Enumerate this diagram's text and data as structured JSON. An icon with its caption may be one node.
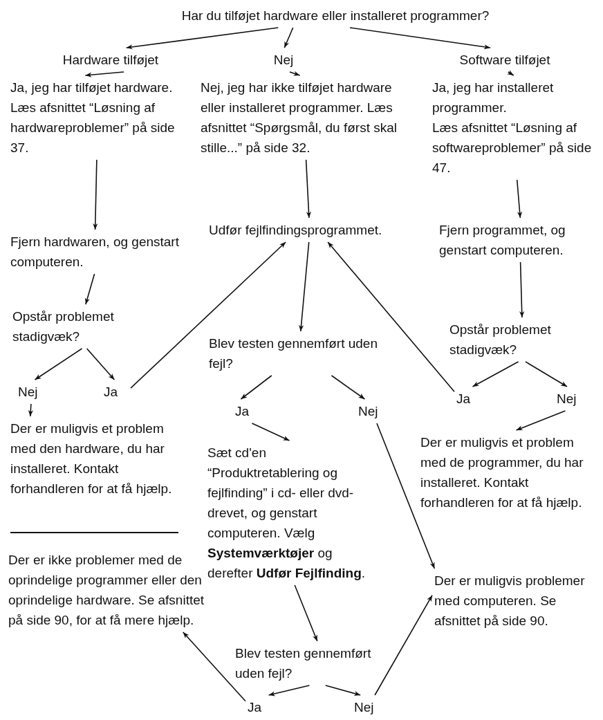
{
  "diagram": {
    "nodes": [
      {
        "text": [
          "Har du tilføjet hardware eller installeret programmer?"
        ]
      },
      {
        "text": [
          "Hardware tilføjet"
        ]
      },
      {
        "text": [
          "Nej"
        ]
      },
      {
        "text": [
          "Software tilføjet"
        ]
      },
      {
        "text": [
          "Ja, jeg har tilføjet hardware.",
          "Læs afsnittet “Løsning af hardwareproblemer” på side 37."
        ]
      },
      {
        "text": [
          "Nej, jeg har ikke tilføjet hardware eller installeret programmer. Læs afsnittet “Spørgsmål, du først skal stille...” på side 32."
        ]
      },
      {
        "text": [
          "Ja, jeg har installeret programmer.",
          "Læs afsnittet “Løsning af softwareproblemer” på side 47."
        ]
      },
      {
        "text": [
          "Fjern hardwaren, og genstart computeren."
        ]
      },
      {
        "text": [
          "Udfør fejlfindingsprogrammet."
        ]
      },
      {
        "text": [
          "Fjern programmet, og genstart computeren."
        ]
      },
      {
        "text": [
          "Opstår problemet stadigvæk?"
        ]
      },
      {
        "text": [
          "Blev testen gennemført uden fejl?"
        ]
      },
      {
        "text": [
          "Opstår problemet stadigvæk?"
        ]
      },
      {
        "text": [
          "Nej"
        ]
      },
      {
        "text": [
          "Ja"
        ]
      },
      {
        "text": [
          "Ja"
        ]
      },
      {
        "text": [
          "Nej"
        ]
      },
      {
        "text": [
          "Ja"
        ]
      },
      {
        "text": [
          "Nej"
        ]
      },
      {
        "text": [
          "Der er muligvis et problem med den hardware, du har installeret. Kontakt forhandleren for at få hjælp."
        ]
      },
      {
        "text": [
          "Sæt cd'en “Produktretablering og fejlfinding” i cd- eller dvd-drevet, og genstart computeren. Vælg **Systemværktøjer** og derefter **Udfør Fejlfinding**."
        ]
      },
      {
        "text": [
          "Der er muligvis et problem med de programmer, du har installeret. Kontakt forhandleren for at få hjælp."
        ]
      },
      {
        "text": [
          "Der er ikke problemer med de oprindelige programmer eller den oprindelige hardware. Se afsnittet på side 90, for at få mere hjælp."
        ]
      },
      {
        "text": [
          "Der er muligvis problemer med computeren. Se afsnittet på side 90."
        ]
      },
      {
        "text": [
          "Blev testen gennemført uden fejl?"
        ]
      },
      {
        "text": [
          "Ja"
        ]
      },
      {
        "text": [
          "Nej"
        ]
      }
    ],
    "edges": [
      {
        "from": 0,
        "to": 1,
        "arrow": "to"
      },
      {
        "from": 0,
        "to": 2,
        "arrow": "to"
      },
      {
        "from": 0,
        "to": 3,
        "arrow": "to"
      },
      {
        "from": 1,
        "to": 4,
        "arrow": "to"
      },
      {
        "from": 2,
        "to": 5,
        "arrow": "to"
      },
      {
        "from": 3,
        "to": 6,
        "arrow": "to"
      },
      {
        "from": 4,
        "to": 7,
        "arrow": "to"
      },
      {
        "from": 5,
        "to": 8,
        "arrow": "to"
      },
      {
        "from": 6,
        "to": 9,
        "arrow": "to"
      },
      {
        "from": 7,
        "to": 10,
        "arrow": "to"
      },
      {
        "from": 8,
        "to": 11,
        "arrow": "to"
      },
      {
        "from": 9,
        "to": 12,
        "arrow": "to"
      },
      {
        "from": 10,
        "to": 13,
        "arrow": "to"
      },
      {
        "from": 10,
        "to": 14,
        "arrow": "to"
      },
      {
        "from": 13,
        "to": 19,
        "arrow": "to"
      },
      {
        "from": 14,
        "to": 8,
        "arrow": "to"
      },
      {
        "from": 11,
        "to": 15,
        "arrow": "to"
      },
      {
        "from": 11,
        "to": 16,
        "arrow": "to"
      },
      {
        "from": 15,
        "to": 20,
        "arrow": "to"
      },
      {
        "from": 16,
        "to": 23,
        "arrow": "to"
      },
      {
        "from": 12,
        "to": 17,
        "arrow": "to"
      },
      {
        "from": 12,
        "to": 18,
        "arrow": "to"
      },
      {
        "from": 17,
        "to": 8,
        "arrow": "to"
      },
      {
        "from": 18,
        "to": 21,
        "arrow": "to"
      },
      {
        "from": 20,
        "to": 24,
        "arrow": "to"
      },
      {
        "from": 24,
        "to": 25,
        "arrow": "to"
      },
      {
        "from": 24,
        "to": 26,
        "arrow": "to"
      },
      {
        "from": 25,
        "to": 22,
        "arrow": "to"
      },
      {
        "from": 26,
        "to": 23,
        "arrow": "to"
      }
    ]
  }
}
